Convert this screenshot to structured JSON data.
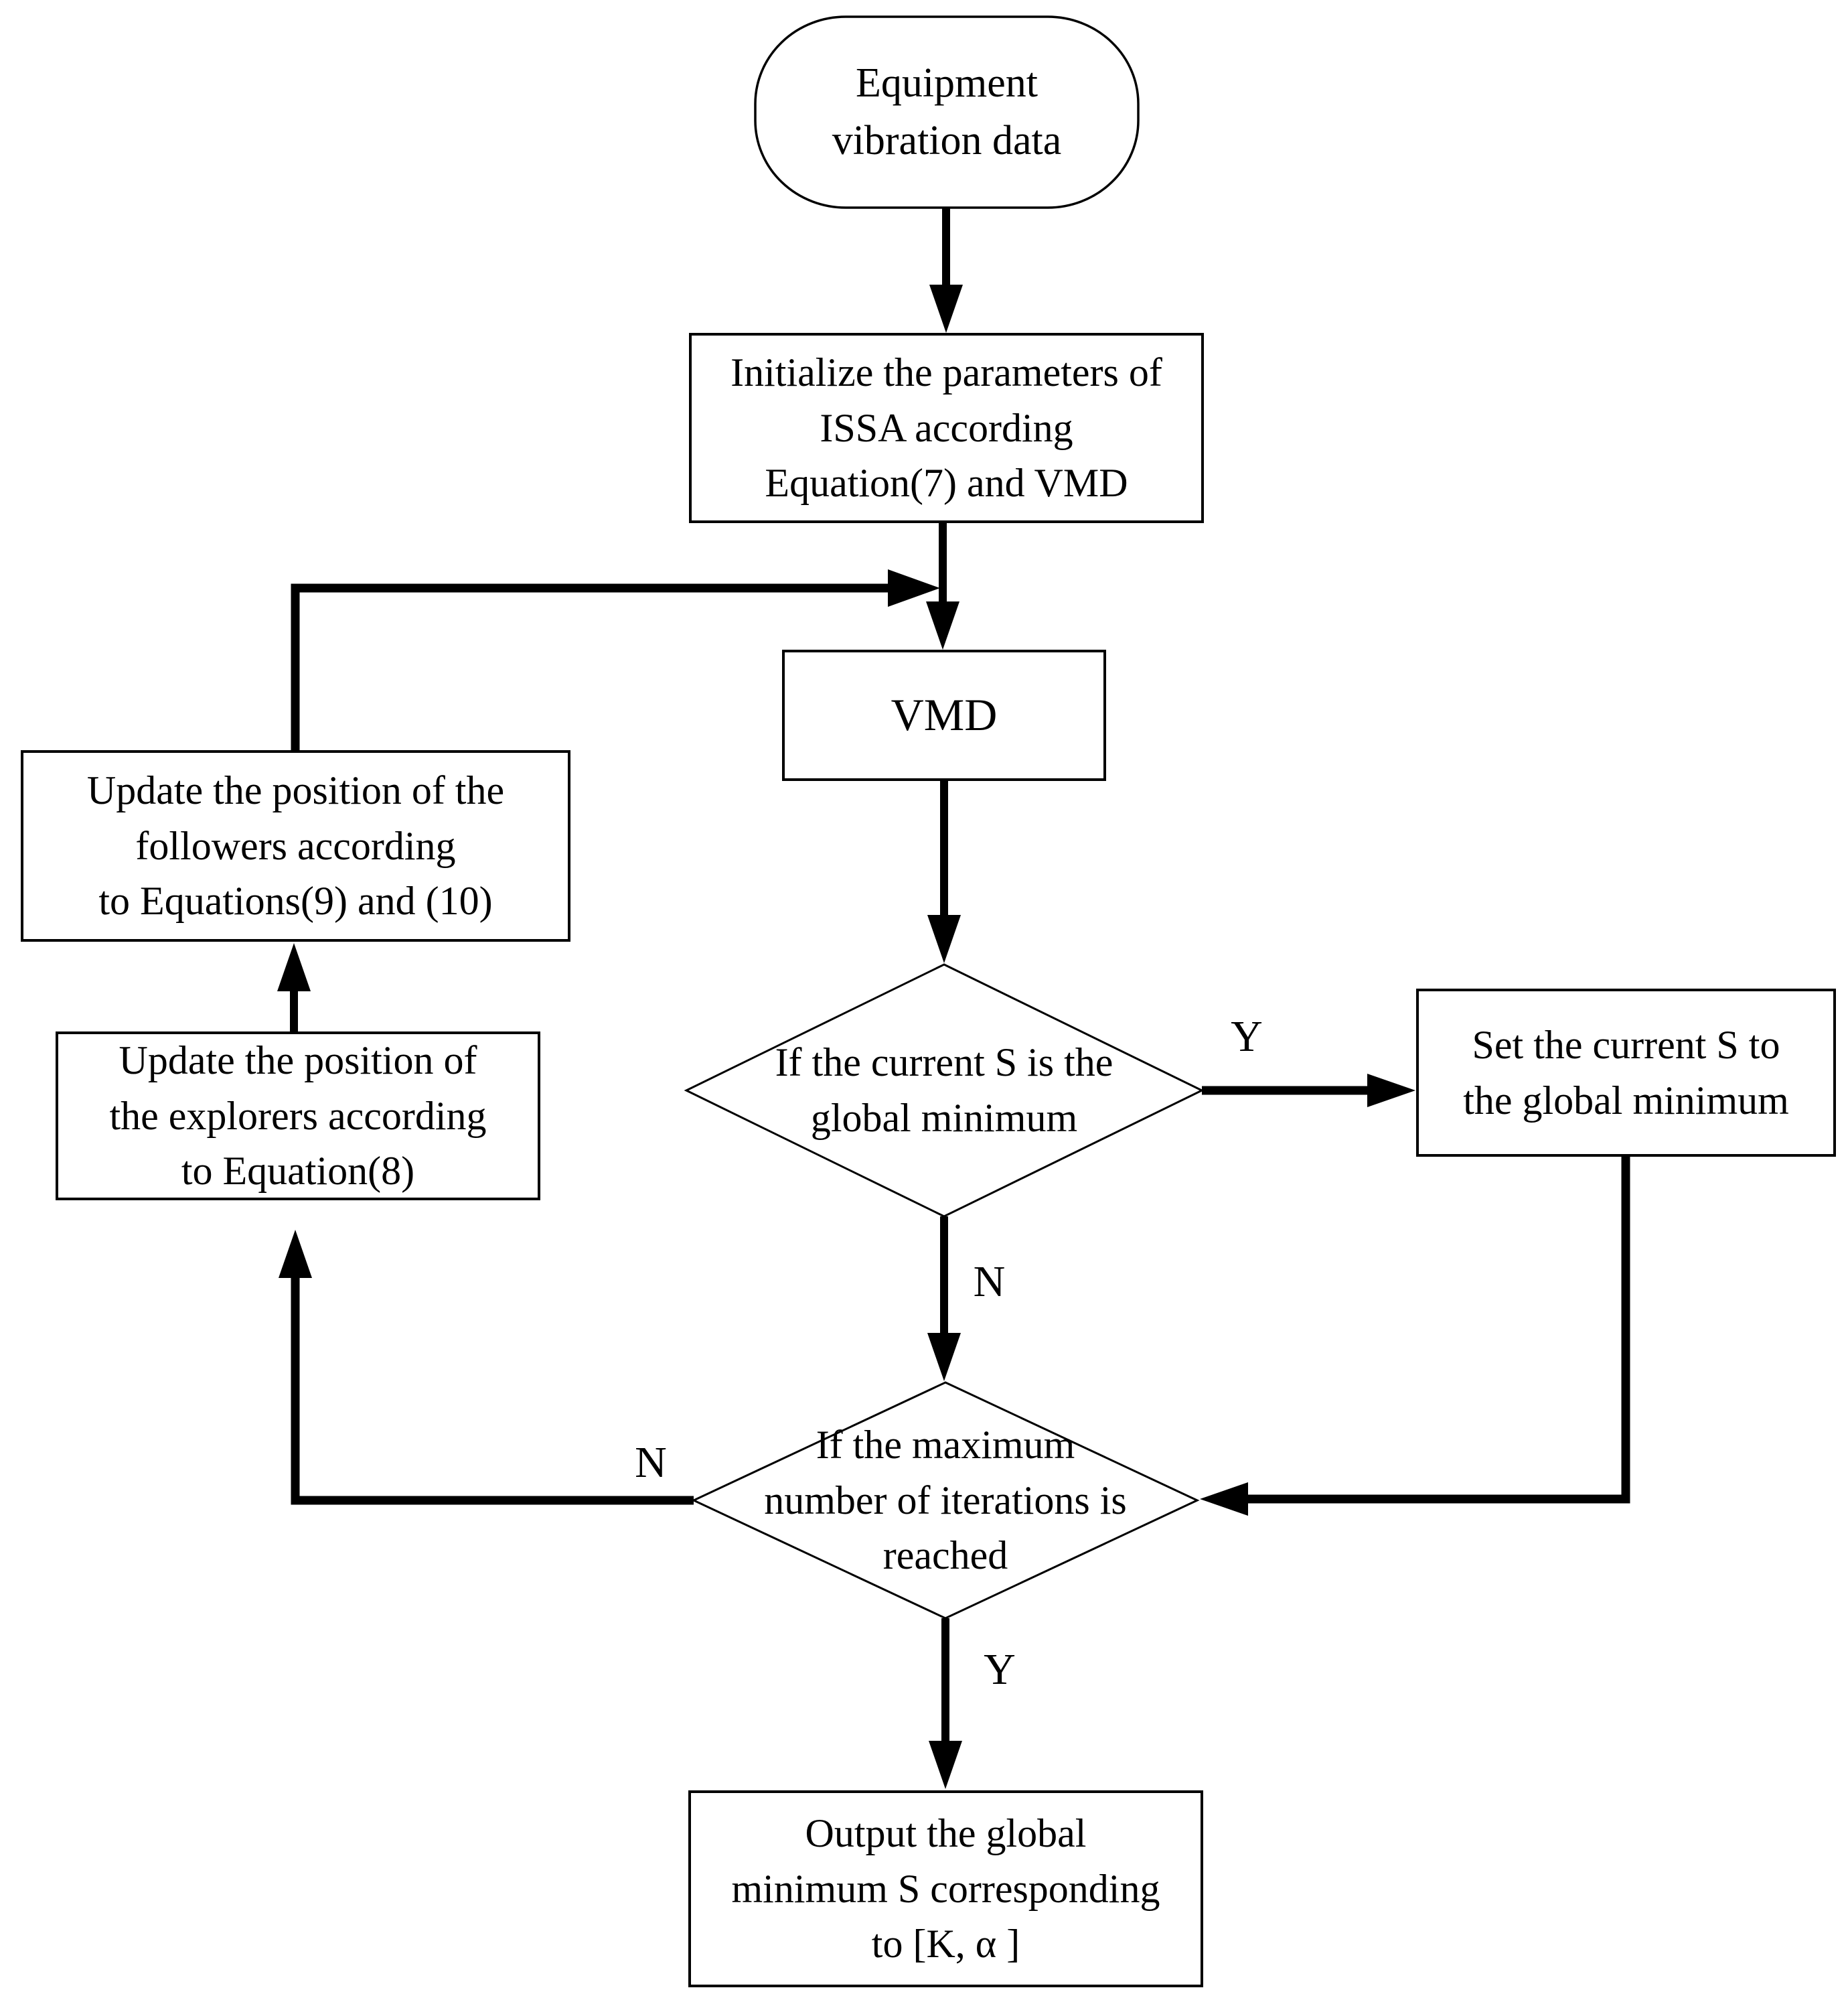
{
  "diagram": {
    "type": "flowchart",
    "colors": {
      "background": "#ffffff",
      "stroke": "#000000",
      "text": "#000000"
    },
    "nodes": {
      "start": {
        "shape": "stadium",
        "text": "Equipment\nvibration data"
      },
      "initialize": {
        "shape": "rect",
        "text": "Initialize the parameters of\nISSA according\nEquation(7) and VMD"
      },
      "vmd": {
        "shape": "rect",
        "text": "VMD"
      },
      "decision_global_min": {
        "shape": "diamond",
        "text": "If the current S is the\nglobal minimum",
        "yes_label": "Y",
        "no_label": "N"
      },
      "set_global_min": {
        "shape": "rect",
        "text": "Set the current S to\nthe global minimum"
      },
      "decision_max_iter": {
        "shape": "diamond",
        "text": "If the maximum\nnumber of iterations is\nreached",
        "yes_label": "Y",
        "no_label": "N"
      },
      "update_followers": {
        "shape": "rect",
        "text": "Update the position of the\nfollowers according\nto Equations(9) and (10)"
      },
      "update_explorers": {
        "shape": "rect",
        "text": "Update the position of\nthe explorers according\nto Equation(8)"
      },
      "output": {
        "shape": "rect",
        "text": "Output the global\nminimum S corresponding\nto [K, α ]"
      }
    }
  }
}
